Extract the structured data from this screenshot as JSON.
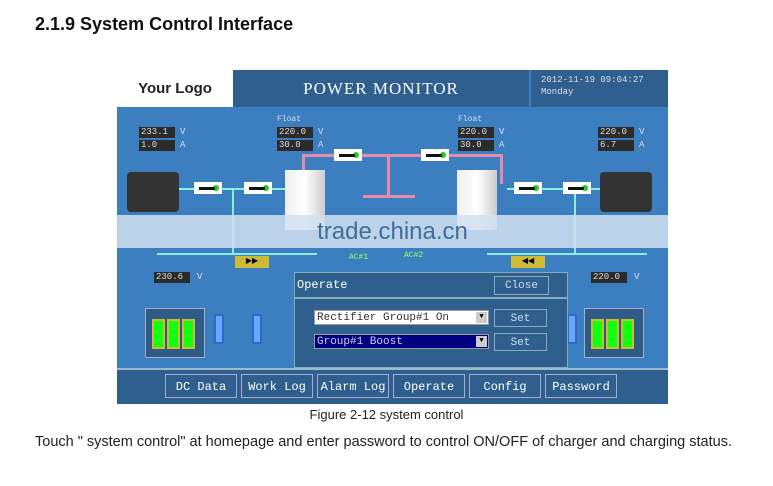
{
  "heading": "2.1.9 System Control Interface",
  "screen": {
    "logo": "Your Logo",
    "title": "POWER MONITOR",
    "date": "2012-11-19 09:04:27",
    "day": "Monday",
    "left_battery": {
      "v": "233.1",
      "a": "1.0"
    },
    "rect1": {
      "mode": "Float",
      "v": "220.0",
      "a": "30.0"
    },
    "rect2": {
      "mode": "Float",
      "v": "220.0",
      "a": "30.0"
    },
    "right_battery": {
      "v": "220.0",
      "a": "6.7"
    },
    "left_bus_v": "230.6",
    "right_bus_v": "220.0",
    "unit_v": "V",
    "unit_a": "A",
    "ac1": "AC#1",
    "ac2": "AC#2",
    "watermark": "trade.china.cn",
    "dialog": {
      "title": "Operate",
      "close": "Close",
      "select1": "Rectifier Group#1 On",
      "select2": "Group#1  Boost",
      "set": "Set"
    },
    "nav": [
      "DC Data",
      "Work Log",
      "Alarm Log",
      "Operate",
      "Config",
      "Password"
    ],
    "colors": {
      "background": "#3b7fc1",
      "header": "#2e5f8e",
      "selected": "#000080"
    }
  },
  "caption": "Figure 2-12 system control",
  "body": "Touch \" system control\" at homepage and enter password to control ON/OFF of charger and charging status."
}
